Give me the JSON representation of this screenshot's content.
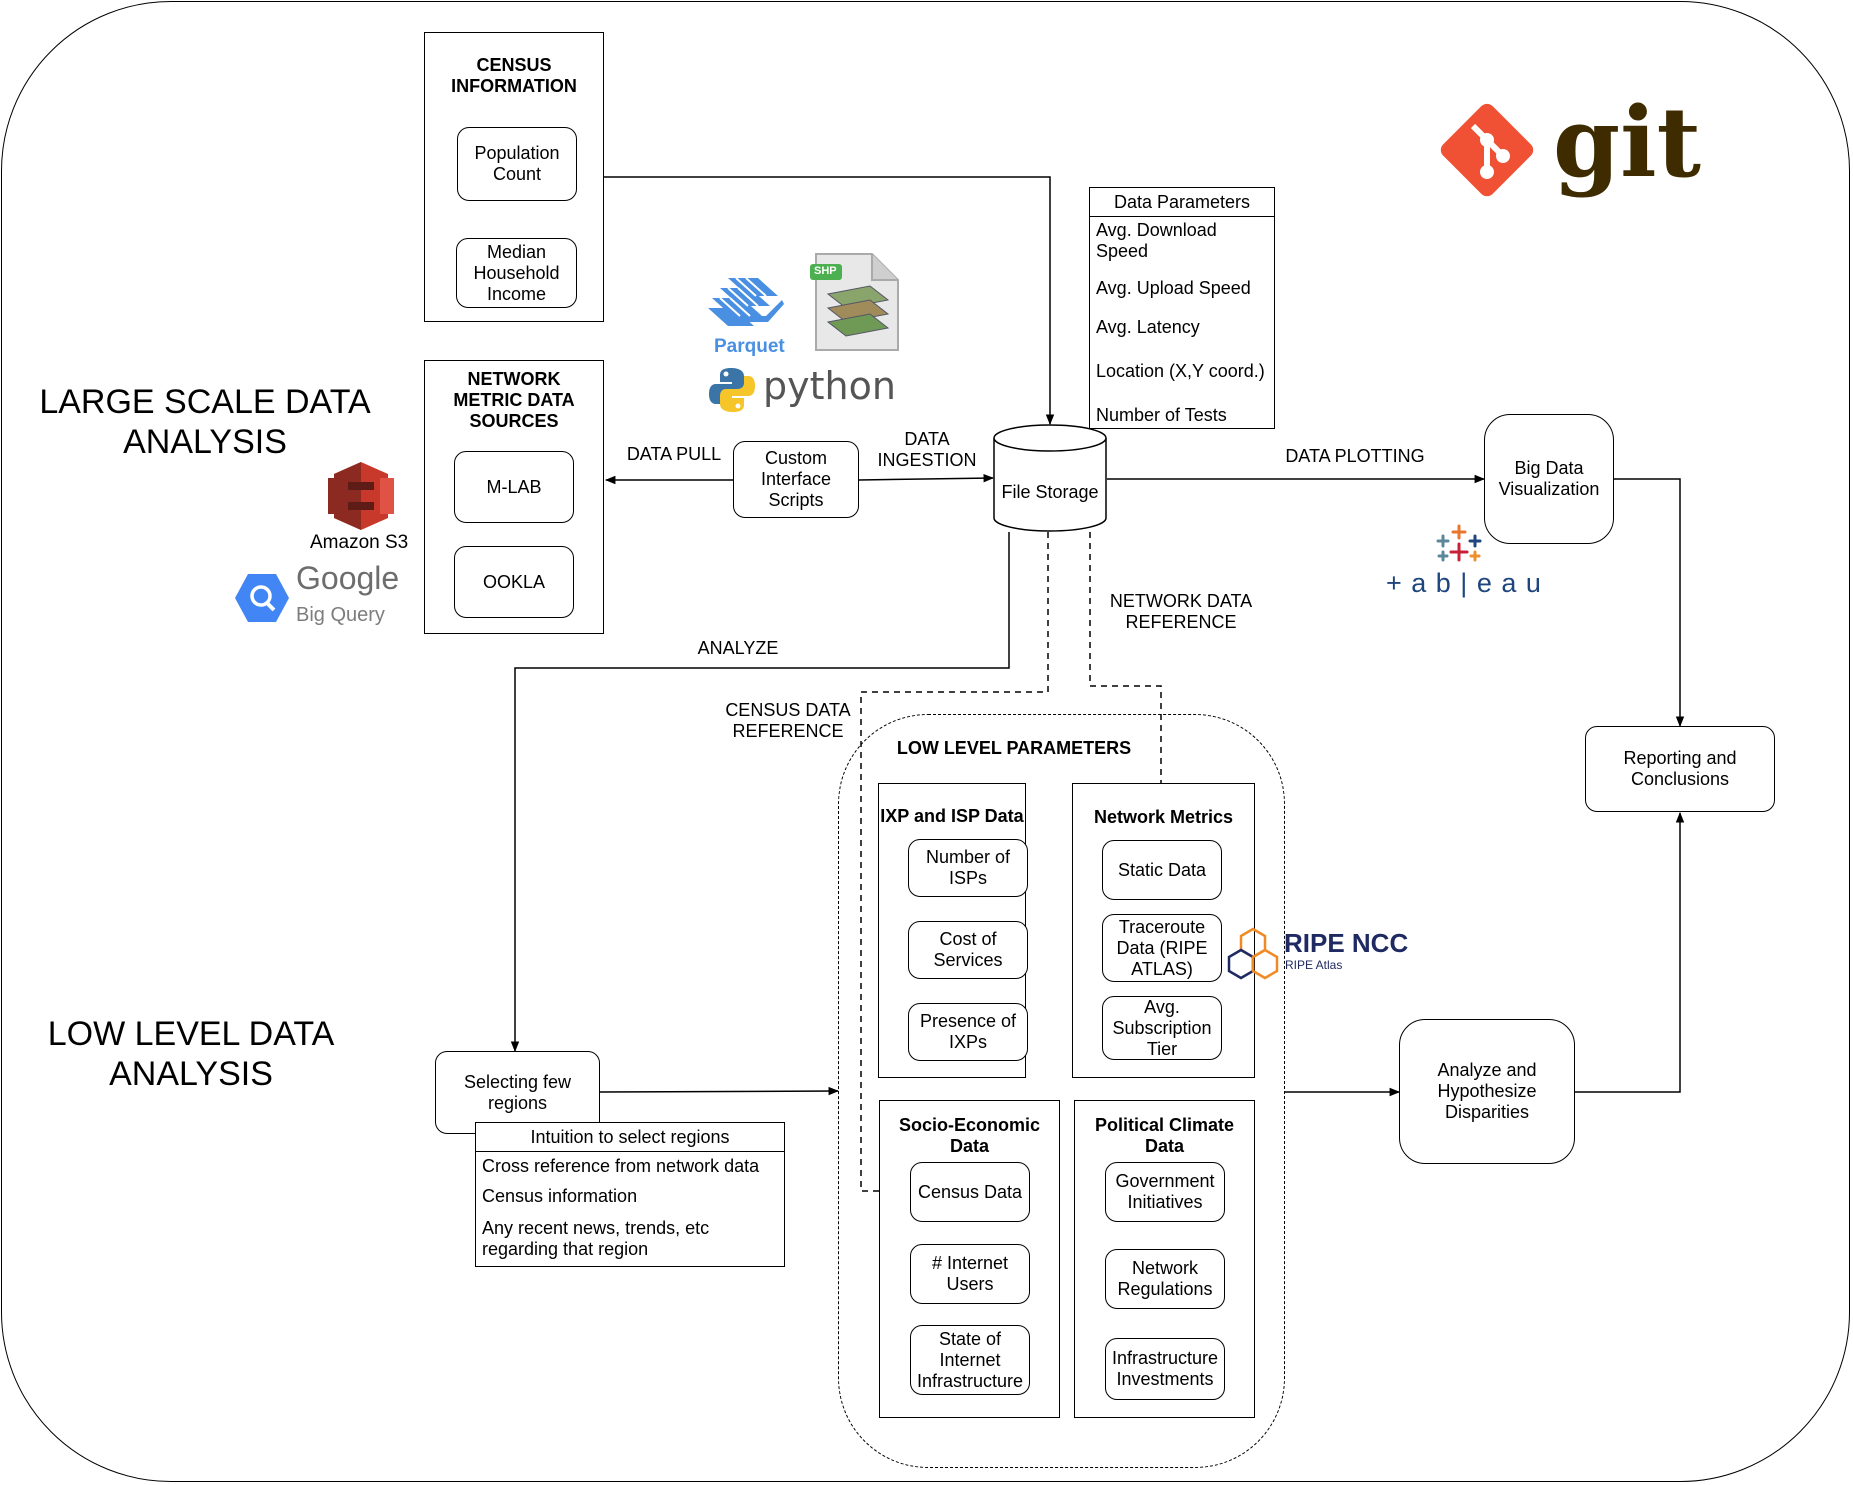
{
  "sections": {
    "large_scale": "LARGE SCALE DATA\nANALYSIS",
    "low_level": "LOW LEVEL DATA\nANALYSIS"
  },
  "census": {
    "title": "CENSUS\nINFORMATION",
    "population": "Population\nCount",
    "income": "Median\nHousehold\nIncome"
  },
  "network_sources": {
    "title": "NETWORK\nMETRIC DATA\nSOURCES",
    "mlab": "M-LAB",
    "ookla": "OOKLA"
  },
  "flow": {
    "custom_scripts": "Custom\nInterface\nScripts",
    "file_storage": "File Storage",
    "big_data_viz": "Big Data\nVisualization",
    "reporting": "Reporting and\nConclusions",
    "analyze_hypothesize": "Analyze and\nHypothesize\nDisparities",
    "selecting_regions": "Selecting few\nregions"
  },
  "edge_labels": {
    "data_pull": "DATA PULL",
    "data_ingestion": "DATA\nINGESTION",
    "data_plotting": "DATA PLOTTING",
    "network_data_reference": "NETWORK DATA\nREFERENCE",
    "analyze": "ANALYZE",
    "census_data_reference": "CENSUS DATA\nREFERENCE"
  },
  "data_parameters": {
    "header": "Data Parameters",
    "rows": [
      "Avg. Download\nSpeed",
      "Avg. Upload Speed",
      "Avg. Latency",
      "Location (X,Y coord.)",
      "Number of Tests"
    ]
  },
  "intuition": {
    "header": "Intuition to select regions",
    "rows": [
      "Cross reference from network data",
      "Census information",
      "Any recent news, trends, etc\nregarding that region"
    ]
  },
  "low_level": {
    "title": "LOW LEVEL PARAMETERS",
    "ixp": {
      "title": "IXP and ISP Data",
      "items": [
        "Number of\nISPs",
        "Cost of\nServices",
        "Presence of\nIXPs"
      ]
    },
    "network_metrics": {
      "title": "Network Metrics",
      "items": [
        "Static Data",
        "Traceroute\nData (RIPE\nATLAS)",
        "Avg.\nSubscription\nTier"
      ]
    },
    "socio": {
      "title": "Socio-Economic\nData",
      "items": [
        "Census Data",
        "# Internet\nUsers",
        "State of\nInternet\nInfrastructure"
      ]
    },
    "political": {
      "title": "Political Climate\nData",
      "items": [
        "Government\nInitiatives",
        "Network\nRegulations",
        "Infrastructure\nInvestments"
      ]
    }
  },
  "logos": {
    "git": "git",
    "parquet": "Parquet",
    "shp": "SHP",
    "python": "python",
    "amazon_s3": "Amazon S3",
    "google": "Google",
    "big_query": "Big Query",
    "tableau": "+ a b | e a u",
    "ripe_ncc": "RIPE NCC",
    "ripe_atlas": "RIPE Atlas"
  },
  "icons": {
    "git": "git-logo-icon",
    "parquet": "parquet-logo-icon",
    "shp": "shapefile-icon",
    "python": "python-logo-icon",
    "amazon_s3": "amazon-s3-icon",
    "big_query": "bigquery-icon",
    "tableau": "tableau-icon",
    "ripe": "ripe-ncc-icon"
  },
  "colors": {
    "git": "#F05033",
    "git_text": "#3E2C00",
    "parquet": "#4A90E2",
    "python_blue": "#3B75A8",
    "python_yellow": "#F5C52A",
    "s3": "#C9392B",
    "bigquery": "#4285F4",
    "ripe_navy": "#1F2A63",
    "ripe_orange": "#F08A24"
  }
}
